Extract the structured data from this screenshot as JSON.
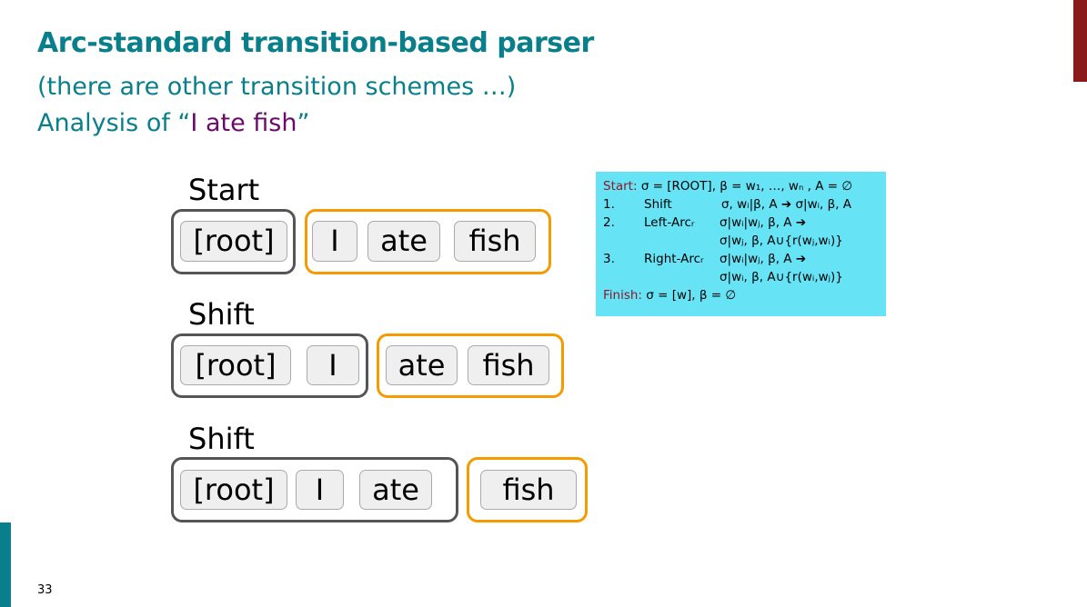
{
  "title": "Arc-standard transition-based parser",
  "subtitle": "(there are other transition schemes …)",
  "analysis_prefix": "Analysis of “",
  "analysis_sentence": "I ate fish",
  "analysis_suffix": "”",
  "configs": [
    {
      "label": "Start",
      "stack": [
        "[root]"
      ],
      "buffer": [
        "I",
        "ate",
        "fish"
      ]
    },
    {
      "label": "Shift",
      "stack": [
        "[root]",
        "I"
      ],
      "buffer": [
        "ate",
        "fish"
      ]
    },
    {
      "label": "Shift",
      "stack": [
        "[root]",
        "I",
        "ate"
      ],
      "buffer": [
        "fish"
      ]
    }
  ],
  "info": {
    "start_label": "Start:",
    "start_text": "σ = [ROOT], β = w₁, …, wₙ , A = ∅",
    "rules": [
      {
        "num": "1.",
        "name": "Shift",
        "line1": "σ, wᵢ|β, A ➔ σ|wᵢ, β, A",
        "line2": ""
      },
      {
        "num": "2.",
        "name": "Left-Arcᵣ",
        "line1": "σ|wᵢ|wⱼ, β, A ➔",
        "line2": "σ|wⱼ, β, A∪{r(wⱼ,wᵢ)}"
      },
      {
        "num": "3.",
        "name": "Right-Arcᵣ",
        "line1": "σ|wᵢ|wⱼ, β, A ➔",
        "line2": "σ|wᵢ, β, A∪{r(wᵢ,wⱼ)}"
      }
    ],
    "finish_label": "Finish:",
    "finish_text": "σ = [w], β = ∅"
  },
  "page_number": "33",
  "colors": {
    "teal": "#0a7f8c",
    "stack_border": "#555555",
    "buffer_border": "#f59b00",
    "info_bg": "#66e3f5",
    "accent_red": "#8b1a1a"
  }
}
